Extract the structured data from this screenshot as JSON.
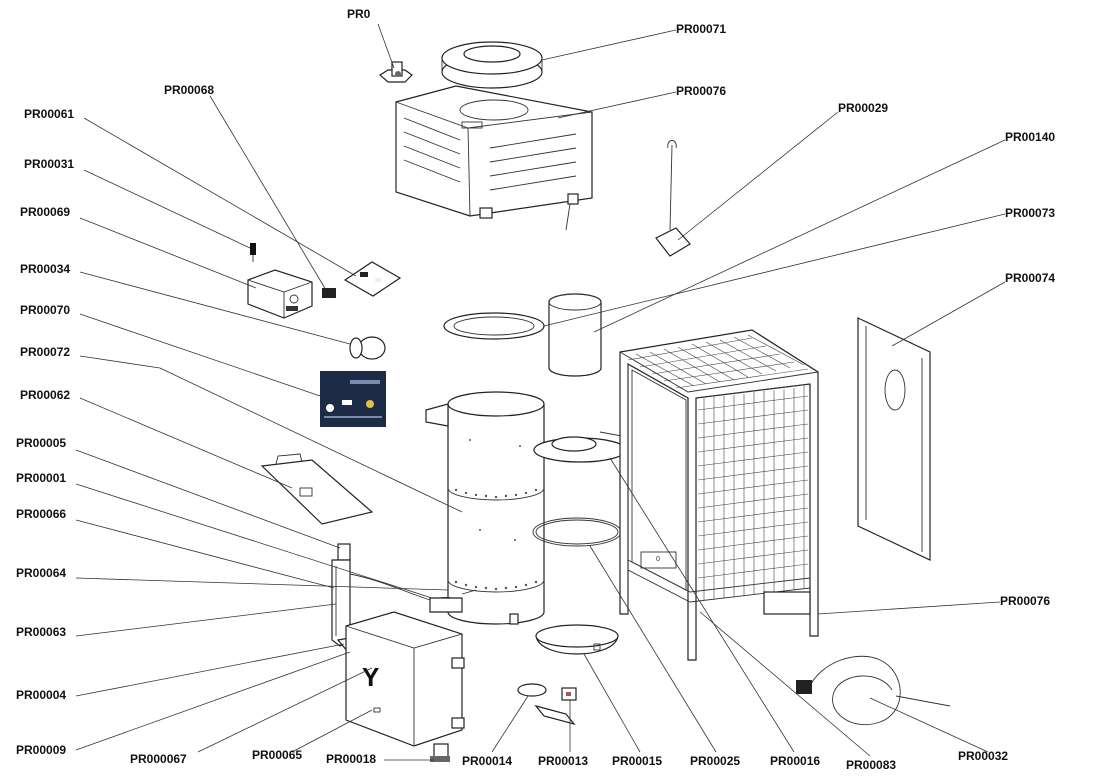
{
  "labels": {
    "pr0": "PR0",
    "pr00071": "PR00071",
    "pr00076_top": "PR00076",
    "pr00068": "PR00068",
    "pr00061": "PR00061",
    "pr00029": "PR00029",
    "pr00140": "PR00140",
    "pr00031": "PR00031",
    "pr00073": "PR00073",
    "pr00069": "PR00069",
    "pr00074": "PR00074",
    "pr00034": "PR00034",
    "pr00070": "PR00070",
    "pr00072": "PR00072",
    "pr00062": "PR00062",
    "pr00005": "PR00005",
    "pr00001": "PR00001",
    "pr00066": "PR00066",
    "pr00064": "PR00064",
    "pr00063": "PR00063",
    "pr00076_right": "PR00076",
    "pr00004": "PR00004",
    "pr00009": "PR00009",
    "pr000067": "PR000067",
    "pr00065": "PR00065",
    "pr00018": "PR00018",
    "pr00014": "PR00014",
    "pr00013": "PR00013",
    "pr00015": "PR00015",
    "pr00025": "PR00025",
    "pr00016": "PR00016",
    "pr00083": "PR00083",
    "pr00032": "PR00032"
  },
  "tank_mark": "Y"
}
